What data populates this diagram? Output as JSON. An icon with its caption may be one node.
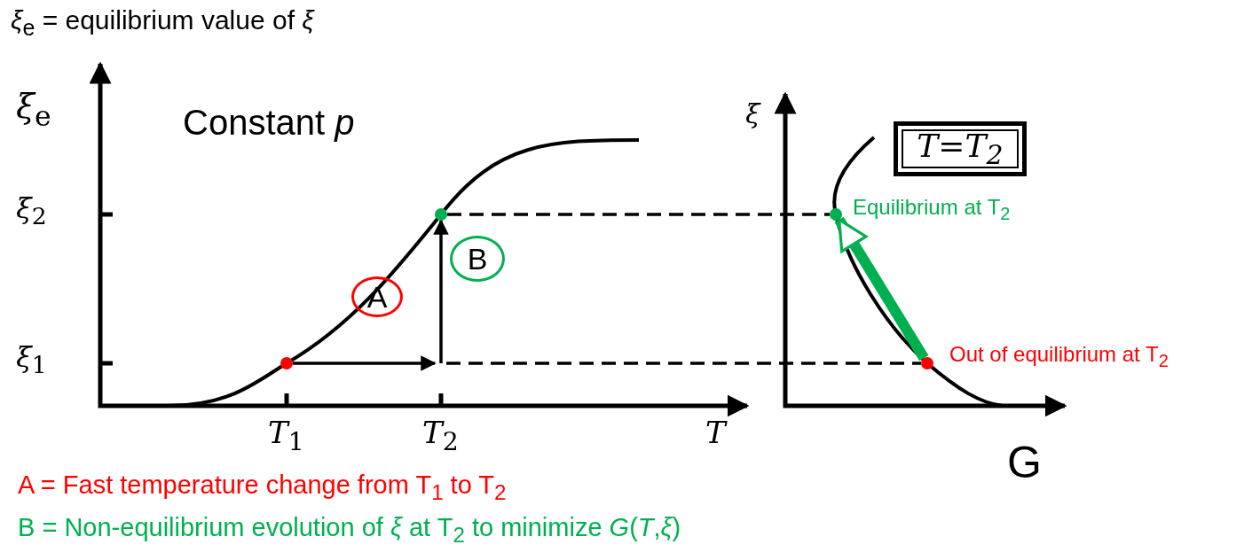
{
  "diagram": {
    "title": "*ξ*$_{e}$ = equilibrium value of *ξ*",
    "nodes": [
      {
        "text": [],
        "shape": "circle"
      },
      {
        "text": [],
        "shape": "circle"
      },
      {
        "text": [
          "A"
        ]
      },
      {
        "text": [
          "B"
        ]
      },
      {
        "text": [
          "T=T$_{2}$"
        ]
      },
      {
        "text": [],
        "shape": "circle",
        "beside": [
          "Equilibrium at T$_{2}$"
        ]
      },
      {
        "text": [],
        "shape": "circle",
        "beside": [
          "Out of equilibrium at T$_{2}$"
        ]
      }
    ],
    "edges": [
      {
        "from": 0,
        "to": null,
        "arrow": "to"
      },
      {
        "from": null,
        "to": 1,
        "arrow": "to"
      },
      {
        "from": 1,
        "to": 5,
        "arrow": "none",
        "style": "dashed"
      },
      {
        "from": null,
        "to": 6,
        "arrow": "none",
        "style": "dashed"
      },
      {
        "from": 6,
        "to": 5,
        "arrow": "to",
        "style": "thick",
        "color": "#00b050"
      }
    ],
    "labels": [
      "*ξ*$_{e}$",
      "Constant *p*",
      "*ξ*",
      "*ξ*$_{2}$",
      "*ξ*$_{1}$",
      "*T*$_{1}$",
      "*T*$_{2}$",
      "*T*",
      "G",
      "A = Fast temperature change from T$_{1}$ to T$_{2}$",
      "B = Non-equilibrium evolution of *ξ* at T$_{2}$ to minimize *G*(*T*,*ξ*)"
    ]
  }
}
